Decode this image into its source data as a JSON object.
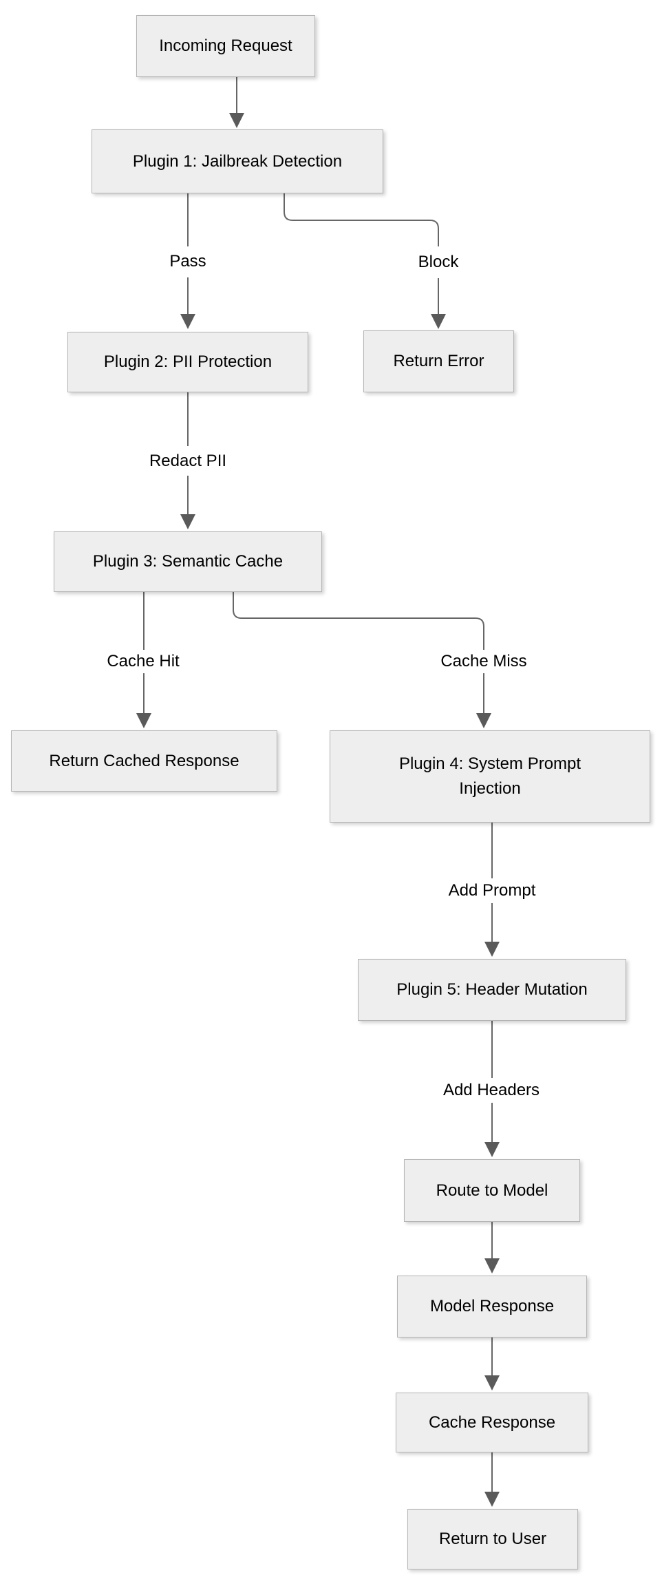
{
  "diagram": {
    "type": "flowchart",
    "direction": "top-down",
    "nodes": [
      {
        "id": "incoming",
        "label": "Incoming Request"
      },
      {
        "id": "plugin1",
        "label": "Plugin 1: Jailbreak Detection"
      },
      {
        "id": "plugin2",
        "label": "Plugin 2: PII Protection"
      },
      {
        "id": "return_error",
        "label": "Return Error"
      },
      {
        "id": "plugin3",
        "label": "Plugin 3: Semantic Cache"
      },
      {
        "id": "return_cached",
        "label": "Return Cached Response"
      },
      {
        "id": "plugin4",
        "label": "Plugin 4: System Prompt Injection"
      },
      {
        "id": "plugin5",
        "label": "Plugin 5: Header Mutation"
      },
      {
        "id": "route_model",
        "label": "Route to Model"
      },
      {
        "id": "model_response",
        "label": "Model Response"
      },
      {
        "id": "cache_response",
        "label": "Cache Response"
      },
      {
        "id": "return_user",
        "label": "Return to User"
      }
    ],
    "edges": [
      {
        "from": "incoming",
        "to": "plugin1",
        "label": ""
      },
      {
        "from": "plugin1",
        "to": "plugin2",
        "label": "Pass"
      },
      {
        "from": "plugin1",
        "to": "return_error",
        "label": "Block"
      },
      {
        "from": "plugin2",
        "to": "plugin3",
        "label": "Redact PII"
      },
      {
        "from": "plugin3",
        "to": "return_cached",
        "label": "Cache Hit"
      },
      {
        "from": "plugin3",
        "to": "plugin4",
        "label": "Cache Miss"
      },
      {
        "from": "plugin4",
        "to": "plugin5",
        "label": "Add Prompt"
      },
      {
        "from": "plugin5",
        "to": "route_model",
        "label": "Add Headers"
      },
      {
        "from": "route_model",
        "to": "model_response",
        "label": ""
      },
      {
        "from": "model_response",
        "to": "cache_response",
        "label": ""
      },
      {
        "from": "cache_response",
        "to": "return_user",
        "label": ""
      }
    ],
    "colors": {
      "background": "#ffffff",
      "node_fill": "#eeeeee",
      "node_border": "#b4b4b4",
      "edge_line": "#666666",
      "arrowhead": "#5a5a5a",
      "text": "#000000"
    }
  }
}
